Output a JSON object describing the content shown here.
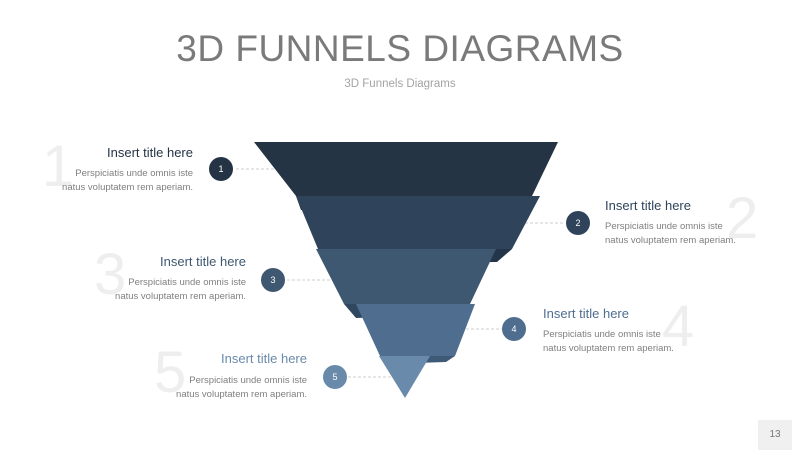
{
  "slide": {
    "title": "3D FUNNELS DIAGRAMS",
    "subtitle": "3D Funnels Diagrams",
    "page_number": "13"
  },
  "colors": {
    "level1": "#253444",
    "level2": "#2f445a",
    "level3": "#3e5872",
    "level4": "#4f6e8f",
    "level5": "#6a8aab",
    "title5": "#6a8aab",
    "connector": "#cfcfcf"
  },
  "items": [
    {
      "number": "1",
      "big_number": "1",
      "title": "Insert title here",
      "text": "Perspiciatis unde omnis iste\nnatus voluptatem rem aperiam."
    },
    {
      "number": "2",
      "big_number": "2",
      "title": "Insert title here",
      "text": "Perspiciatis unde omnis iste\nnatus voluptatem rem aperiam."
    },
    {
      "number": "3",
      "big_number": "3",
      "title": "Insert title here",
      "text": "Perspiciatis unde omnis iste\nnatus voluptatem rem aperiam."
    },
    {
      "number": "4",
      "big_number": "4",
      "title": "Insert title here",
      "text": "Perspiciatis unde omnis iste\nnatus voluptatem rem aperiam."
    },
    {
      "number": "5",
      "big_number": "5",
      "title": "Insert title here",
      "text": "Perspiciatis unde omnis iste\nnatus voluptatem rem aperiam."
    }
  ]
}
